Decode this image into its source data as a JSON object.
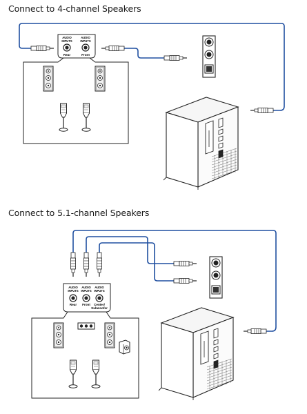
{
  "section_4ch": {
    "title": "Connect to 4-channel Speakers",
    "jacks": [
      {
        "line1": "AUDIO",
        "line2": "INPUTS",
        "label": "Rear"
      },
      {
        "line1": "AUDIO",
        "line2": "INPUTS",
        "label": "Front"
      }
    ]
  },
  "section_51ch": {
    "title": "Connect to 5.1-channel Speakers",
    "jacks": [
      {
        "line1": "AUDIO",
        "line2": "INPUTS",
        "label": "Rear"
      },
      {
        "line1": "AUDIO",
        "line2": "INPUTS",
        "label": "Front"
      },
      {
        "line1": "AUDIO",
        "line2": "INPUTS",
        "label": "Center/",
        "label2": "Subwoofer"
      }
    ]
  },
  "colors": {
    "cable": "#1f4fa0",
    "outline": "#222222",
    "fill_light": "#f4f4f4"
  }
}
